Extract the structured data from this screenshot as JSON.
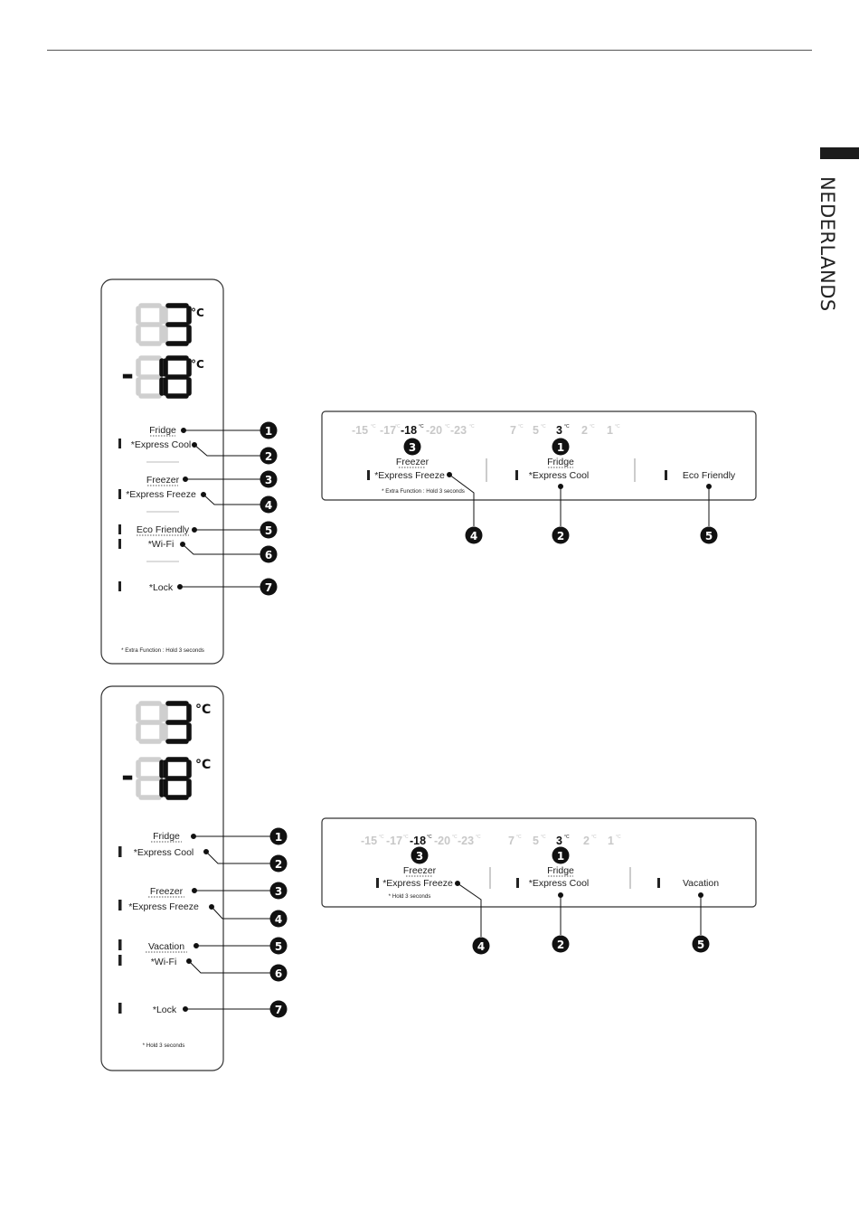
{
  "language_tab": {
    "label": "NEDERLANDS"
  },
  "panel1_vertical": {
    "fridge_unit": "°C",
    "freezer_minus": "-",
    "freezer_unit": "°C",
    "labels": {
      "fridge": "Fridge",
      "express_cool": "*Express Cool",
      "freezer": "Freezer",
      "express_freeze": "*Express Freeze",
      "eco": "Eco Friendly",
      "wifi": "*Wi-Fi",
      "lock": "*Lock"
    },
    "footnote": "* Extra Function : Hold 3 seconds"
  },
  "panel1_horizontal": {
    "freezer_temps": [
      "-15",
      "-17",
      "-18",
      "-20",
      "-23"
    ],
    "fridge_temps": [
      "7",
      "5",
      "3",
      "2",
      "1"
    ],
    "unit": "°C",
    "labels": {
      "freezer": "Freezer",
      "express_freeze": "*Express Freeze",
      "fridge": "Fridge",
      "express_cool": "*Express Cool",
      "eco": "Eco Friendly"
    },
    "footnote": "* Extra Function : Hold 3 seconds"
  },
  "panel2_vertical": {
    "fridge_unit": "°C",
    "freezer_minus": "-",
    "freezer_unit": "°C",
    "labels": {
      "fridge": "Fridge",
      "express_cool": "*Express Cool",
      "freezer": "Freezer",
      "express_freeze": "*Express Freeze",
      "vacation": "Vacation",
      "wifi": "*Wi-Fi",
      "lock": "*Lock"
    },
    "footnote": "* Hold 3 seconds"
  },
  "panel2_horizontal": {
    "freezer_temps": [
      "-15",
      "-17",
      "-18",
      "-20",
      "-23"
    ],
    "fridge_temps": [
      "7",
      "5",
      "3",
      "2",
      "1"
    ],
    "unit": "°C",
    "labels": {
      "freezer": "Freezer",
      "express_freeze": "*Express Freeze",
      "fridge": "Fridge",
      "express_cool": "*Express Cool",
      "vacation": "Vacation"
    },
    "footnote": "* Hold 3 seconds"
  },
  "callouts": {
    "n1": "1",
    "n2": "2",
    "n3": "3",
    "n4": "4",
    "n5": "5",
    "n6": "6",
    "n7": "7"
  }
}
